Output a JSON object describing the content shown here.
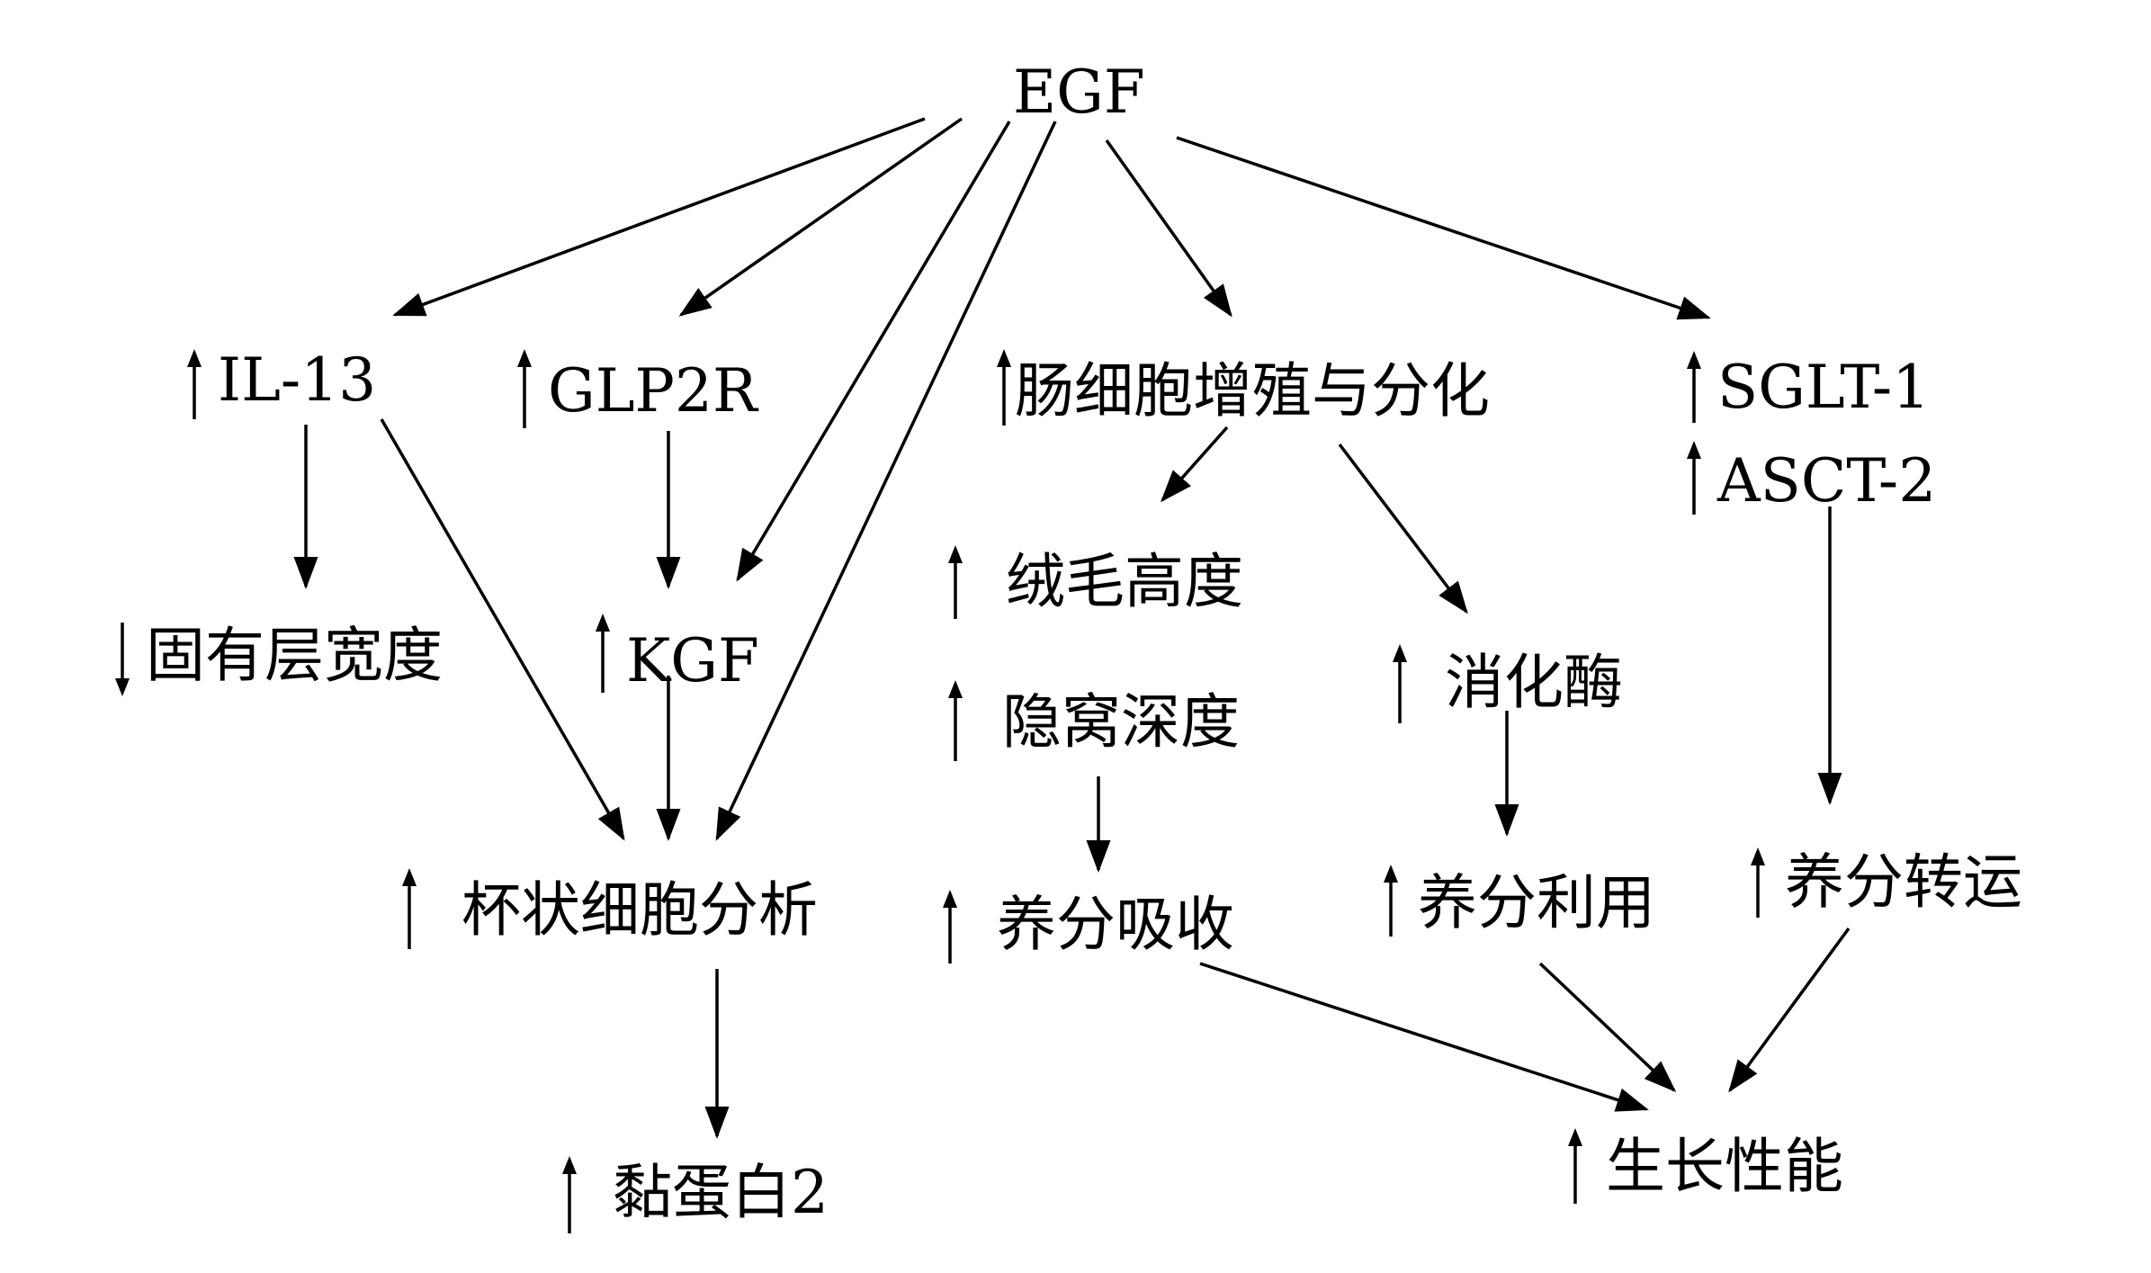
{
  "nodes": {
    "egf": {
      "label": "EGF"
    },
    "il13": {
      "label": "IL-13",
      "change": "up"
    },
    "glp2r": {
      "label": "GLP2R",
      "change": "up"
    },
    "proliferation": {
      "label": "肠细胞增殖与分化",
      "change": "up"
    },
    "sglt1": {
      "label": "SGLT-1",
      "change": "up"
    },
    "asct2": {
      "label": "ASCT-2",
      "change": "up"
    },
    "lamina": {
      "label": "固有层宽度",
      "change": "down"
    },
    "kgf": {
      "label": "KGF",
      "change": "up"
    },
    "villus": {
      "label": "绒毛高度",
      "change": "up"
    },
    "crypt": {
      "label": "隐窝深度",
      "change": "up"
    },
    "enzyme": {
      "label": "消化酶",
      "change": "up"
    },
    "goblet": {
      "label": "杯状细胞分析",
      "change": "up"
    },
    "absorption": {
      "label": "养分吸收",
      "change": "up"
    },
    "utilization": {
      "label": "养分利用",
      "change": "up"
    },
    "transport": {
      "label": "养分转运",
      "change": "up"
    },
    "mucin": {
      "label": "黏蛋白2",
      "change": "up"
    },
    "growth": {
      "label": "生长性能",
      "change": "up"
    }
  },
  "edges": [
    {
      "from": "EGF",
      "to": "IL-13"
    },
    {
      "from": "EGF",
      "to": "GLP2R"
    },
    {
      "from": "EGF",
      "to": "KGF"
    },
    {
      "from": "EGF",
      "to": "杯状细胞分析"
    },
    {
      "from": "EGF",
      "to": "肠细胞增殖与分化"
    },
    {
      "from": "EGF",
      "to": "SGLT-1"
    },
    {
      "from": "IL-13",
      "to": "固有层宽度"
    },
    {
      "from": "IL-13",
      "to": "杯状细胞分析"
    },
    {
      "from": "GLP2R",
      "to": "KGF"
    },
    {
      "from": "KGF",
      "to": "杯状细胞分析"
    },
    {
      "from": "肠细胞增殖与分化",
      "to": "绒毛高度"
    },
    {
      "from": "肠细胞增殖与分化",
      "to": "消化酶"
    },
    {
      "from": "隐窝深度",
      "to": "养分吸收"
    },
    {
      "from": "消化酶",
      "to": "养分利用"
    },
    {
      "from": "ASCT-2",
      "to": "养分转运"
    },
    {
      "from": "杯状细胞分析",
      "to": "黏蛋白2"
    },
    {
      "from": "养分吸收",
      "to": "生长性能"
    },
    {
      "from": "养分利用",
      "to": "生长性能"
    },
    {
      "from": "养分转运",
      "to": "生长性能"
    }
  ]
}
